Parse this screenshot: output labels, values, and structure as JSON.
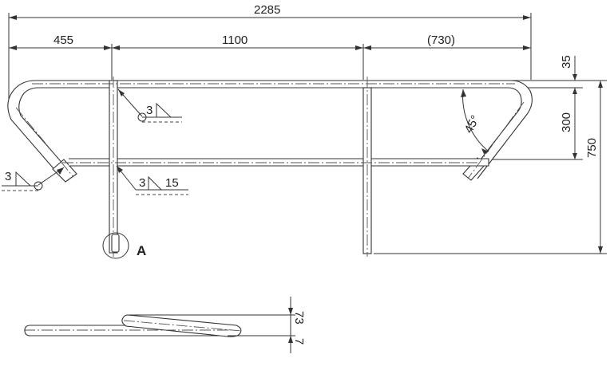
{
  "dimensions": {
    "overall_length": "2285",
    "left_segment": "455",
    "middle_segment": "1100",
    "right_segment": "(730)",
    "top_offset": "35",
    "rail_spacing": "300",
    "total_height": "750",
    "angle": "45°",
    "side_offset_1": "73",
    "side_offset_2": "7"
  },
  "welds": {
    "weld_upper_inner": "3",
    "weld_left_end": "3",
    "weld_lower_size": "3",
    "weld_lower_length": "15"
  },
  "detail_label": "A"
}
